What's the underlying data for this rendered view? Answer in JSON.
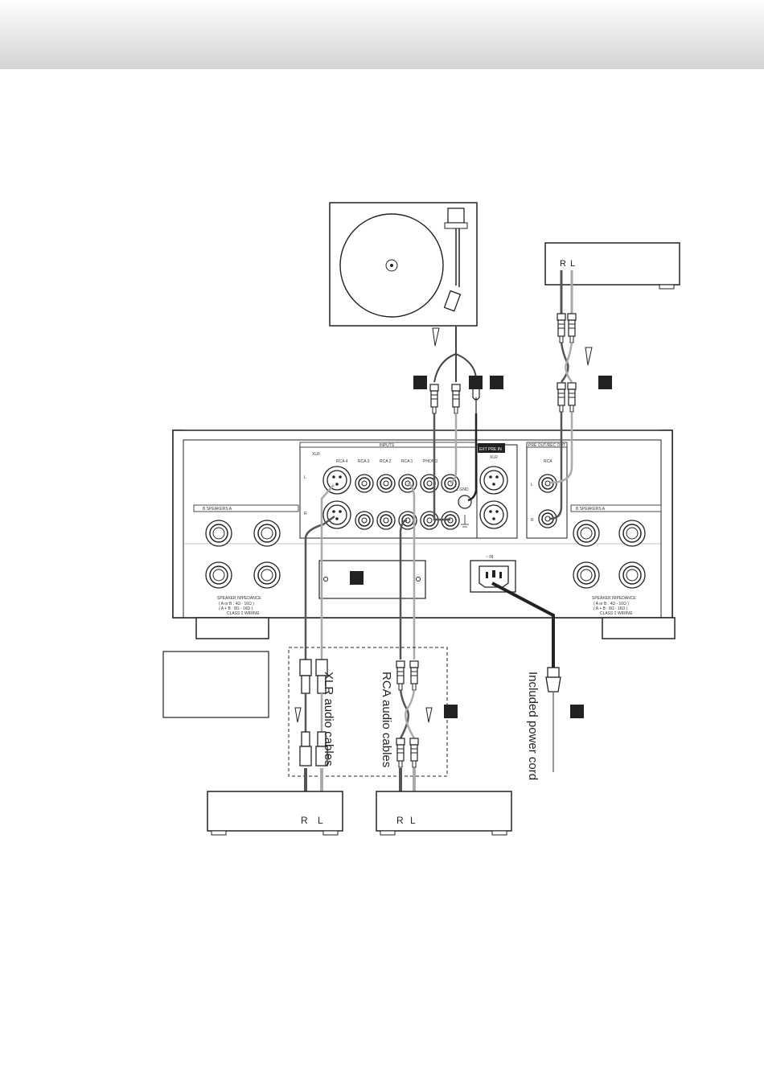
{
  "source_device": {
    "r": "R",
    "l": "L"
  },
  "amplifier": {
    "inputs_label": "INPUTS",
    "xlr_label": "XLR",
    "rca_inputs": [
      "RCA 4",
      "RCA 3",
      "RCA 2",
      "RCA 1",
      "PHONO"
    ],
    "signal_gnd": "SIGNAL GND",
    "ext_pre_in": "EXT PRE IN",
    "ext_xlr_label": "XLR",
    "pre_out_label": "PRE OUT/REC OUT",
    "rca_label": "RCA",
    "channel_l": "L",
    "channel_r": "R",
    "speakers_label": "B      SPEAKERS      A",
    "speaker_impedance": [
      "SPEAKER IMPEDANCE",
      "( A or B : 4Ω - 16Ω )",
      "( A + B : 8Ω - 16Ω )",
      "CLASS 2 WIRING"
    ],
    "ac_in": "~ IN"
  },
  "cables": {
    "xlr": "XLR audio cables",
    "rca": "RCA audio cables",
    "power": "Included power cord"
  },
  "bottom_devices": [
    {
      "r": "R",
      "l": "L"
    },
    {
      "r": "R",
      "l": "L"
    }
  ]
}
